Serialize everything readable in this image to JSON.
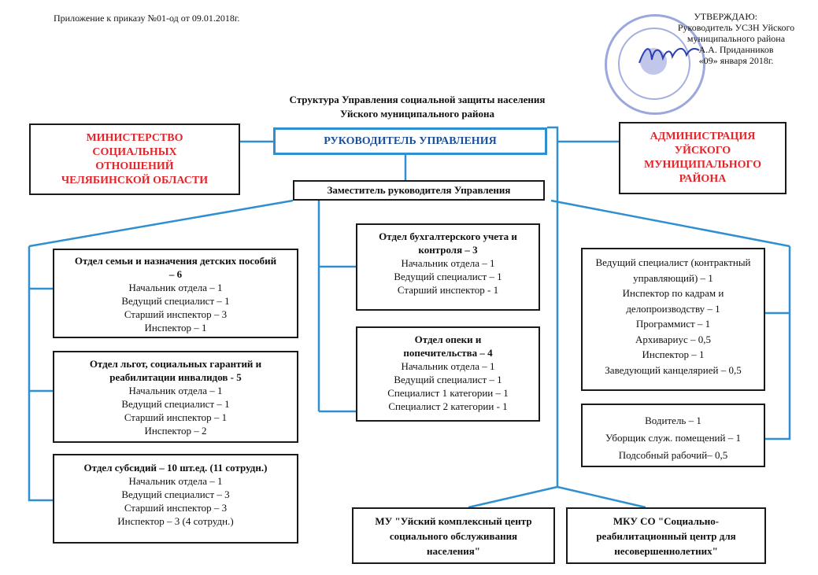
{
  "header": {
    "appendix": "Приложение к приказу №01-од от 09.01.2018г.",
    "approve": {
      "line1": "УТВЕРЖДАЮ:",
      "line2": "Руководитель УСЗН Уйского",
      "line3": "муниципального района",
      "line4": "А.А. Приданников",
      "line5": "«09» января 2018г."
    }
  },
  "title": {
    "line1": "Структура Управления социальной защиты населения",
    "line2": "Уйского муниципального района"
  },
  "ministry": {
    "text": "МИНИСТЕРСТВО СОЦИАЛЬНЫХ ОТНОШЕНИЙ ЧЕЛЯБИНСКОЙ ОБЛАСТИ"
  },
  "administration": {
    "text": "АДМИНИСТРАЦИЯ УЙСКОГО МУНИЦИПАЛЬНОГО РАЙОНА"
  },
  "head": {
    "label": "РУКОВОДИТЕЛЬ УПРАВЛЕНИЯ"
  },
  "deputy": {
    "label": "Заместитель руководителя Управления"
  },
  "family": {
    "title": "Отдел семьи и назначения детских пособий – 6",
    "lines": [
      "Начальник отдела – 1",
      "Ведущий специалист – 1",
      "Старший инспектор – 3",
      "Инспектор – 1"
    ]
  },
  "benefits": {
    "title": "Отдел льгот, социальных гарантий и реабилитации инвалидов - 5",
    "lines": [
      "Начальник отдела – 1",
      "Ведущий специалист – 1",
      "Старший инспектор – 1",
      "Инспектор – 2"
    ]
  },
  "subsidies": {
    "title": "Отдел субсидий – 10 шт.ед. (11 сотрудн.)",
    "lines": [
      "Начальник отдела – 1",
      "Ведущий специалист – 3",
      "Старший инспектор – 3",
      "Инспектор – 3 (4 сотрудн.)"
    ]
  },
  "accounting": {
    "title": "Отдел бухгалтерского учета и контроля – 3",
    "lines": [
      "Начальник отдела – 1",
      "Ведущий специалист – 1",
      "Старший инспектор - 1"
    ]
  },
  "guardianship": {
    "title": "Отдел опеки и попечительства – 4",
    "lines": [
      "Начальник отдела – 1",
      "Ведущий специалист – 1",
      "Специалист 1 категории – 1",
      "Специалист 2 категории - 1"
    ]
  },
  "staff": {
    "lines": [
      "Ведущий специалист (контрактный управляющий) – 1",
      "Инспектор по кадрам и делопроизводству – 1",
      "Программист – 1",
      "Архивариус – 0,5",
      "Инспектор – 1",
      "Заведующий канцелярией – 0,5"
    ]
  },
  "service": {
    "lines": [
      "Водитель – 1",
      "Уборщик служ. помещений – 1",
      "Подсобный рабочий– 0,5"
    ]
  },
  "center1": {
    "text": "МУ \"Уйский комплексный центр социального обслуживания населения\""
  },
  "center2": {
    "text": "МКУ СО \"Социально-реабилитационный центр для несовершеннолетних\""
  },
  "colors": {
    "line": "#2f8fd0",
    "red": "#e0262b",
    "stamp": "#4a5fc2"
  }
}
